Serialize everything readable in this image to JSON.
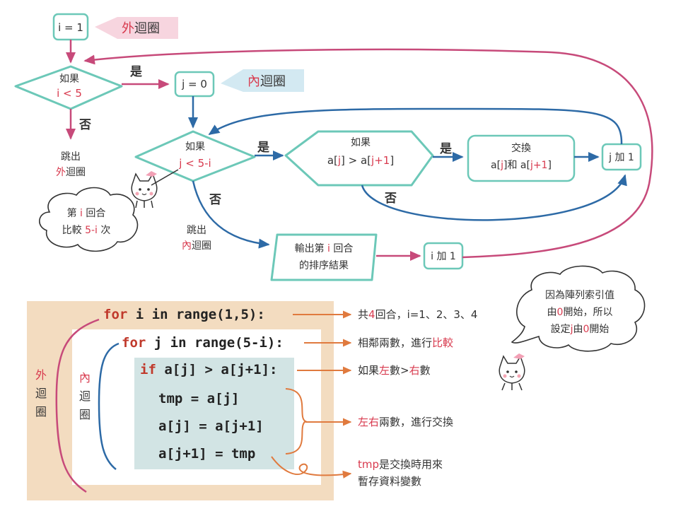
{
  "flow": {
    "init_i": "i = 1",
    "outer_tag": {
      "a": "外",
      "b": "迴圈"
    },
    "cond_i": {
      "line1": "如果",
      "line2": "i < 5"
    },
    "yes": "是",
    "no": "否",
    "init_j": "j = 0",
    "inner_tag": {
      "a": "內",
      "b": "迴圈"
    },
    "exit_outer": {
      "line1": "跳出",
      "a": "外",
      "b": "迴圈"
    },
    "cond_j": {
      "line1": "如果",
      "line2": "j < 5-i"
    },
    "cond_cmp": {
      "line1": "如果",
      "p1": "a[",
      "p2": "j",
      "p3": "] > a[",
      "p4": "j+1",
      "p5": "]"
    },
    "swap": {
      "line1": "交換",
      "p1": "a[",
      "p2": "j",
      "p3": "]和 a[",
      "p4": "j+1",
      "p5": "]"
    },
    "j_inc": "j 加 1",
    "exit_inner": {
      "line1": "跳出",
      "a": "內",
      "b": "迴圈"
    },
    "output": {
      "line1a": "輸出第 ",
      "line1b": "i",
      "line1c": " 回合",
      "line2": "的排序結果"
    },
    "i_inc": "i 加 1",
    "bubble": {
      "line1a": "第 ",
      "line1b": "i",
      "line1c": " 回合",
      "line2a": "比較 ",
      "line2b": "5-i",
      "line2c": " 次"
    }
  },
  "code": {
    "outer_label": [
      "外",
      "迴",
      "圈"
    ],
    "inner_label": [
      "內",
      "迴",
      "圈"
    ],
    "lines": [
      {
        "kw": "for",
        "rest": " i in range(1,5):"
      },
      {
        "kw": "for",
        "rest": " j in range(5-i):"
      },
      {
        "kw": "if",
        "rest": " a[j] > a[j+1]:"
      },
      {
        "kw": "",
        "rest": "tmp = a[j]"
      },
      {
        "kw": "",
        "rest": "a[j] = a[j+1]"
      },
      {
        "kw": "",
        "rest": "a[j+1] = tmp"
      }
    ]
  },
  "notes": {
    "n1a": "共",
    "n1b": "4",
    "n1c": "回合，i=1、2、3、4",
    "n2a": "相鄰兩數，進行",
    "n2b": "比較",
    "n3a": "如果",
    "n3b": "左",
    "n3c": "數>",
    "n3d": "右",
    "n3e": "數",
    "n4a": "左",
    "n4b": "右",
    "n4c": "兩數，進行交換",
    "n5a": "tmp",
    "n5b": "是交換時用來",
    "n5c": "暫存資料變數"
  },
  "cloud": {
    "line1": "因為陣列索引值",
    "line2a": "由",
    "line2b": "0",
    "line2c": "開始，所以",
    "line3a": "設定",
    "line3b": "j",
    "line3c": "由",
    "line3d": "0",
    "line3e": "開始"
  },
  "colors": {
    "teal": "#6cc8b8",
    "pink_arrow": "#c74a7a",
    "blue_arrow": "#2d6aa6",
    "orange_arrow": "#e07a3e",
    "code_bg_outer": "#f3dcc0",
    "code_bg_inner": "#d2e4e4",
    "accent_red": "#d83a4e"
  }
}
